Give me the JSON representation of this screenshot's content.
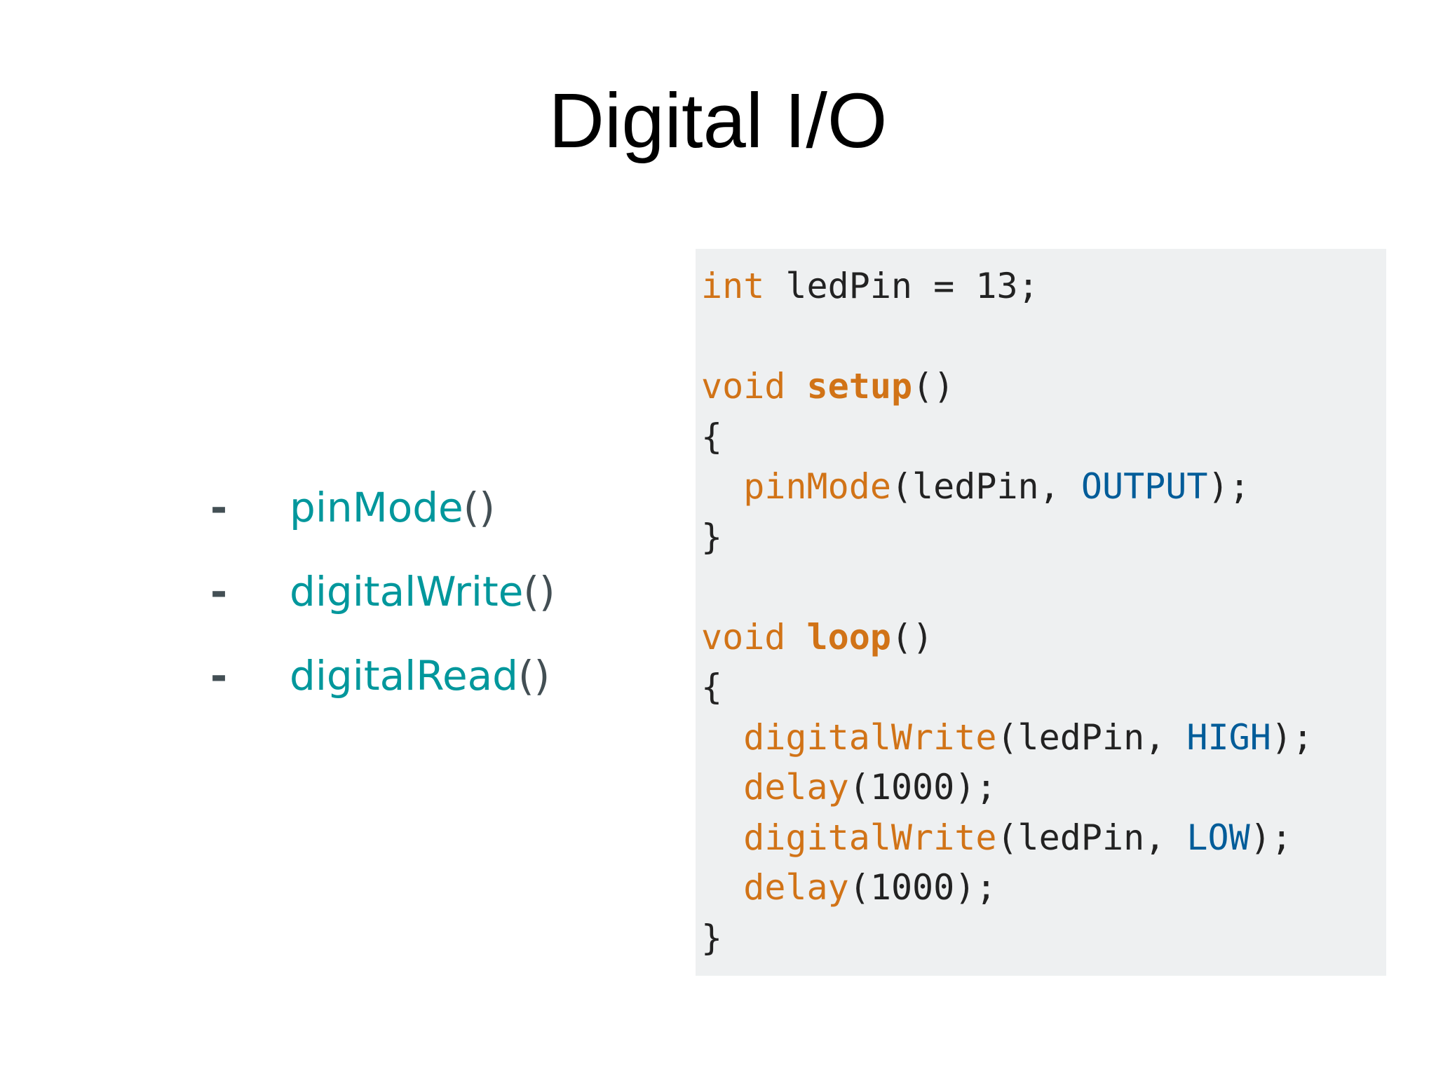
{
  "slide": {
    "title": "Digital I/O"
  },
  "functions": [
    {
      "dash": "-",
      "name": "pinMode",
      "parens": "()"
    },
    {
      "dash": "-",
      "name": "digitalWrite",
      "parens": "()"
    },
    {
      "dash": "-",
      "name": "digitalRead",
      "parens": "()"
    }
  ],
  "code": {
    "decl_type": "int",
    "decl_rest": " ledPin = 13;",
    "setup_void": "void",
    "setup_name": "setup",
    "setup_parens": "()",
    "open_brace_1": "{",
    "pinmode_call": "pinMode",
    "pinmode_args_a": "(ledPin, ",
    "pinmode_const": "OUTPUT",
    "pinmode_end": ");",
    "close_brace_1": "}",
    "loop_void": "void",
    "loop_name": "loop",
    "loop_parens": "()",
    "open_brace_2": "{",
    "dw1_call": "digitalWrite",
    "dw1_args_a": "(ledPin, ",
    "dw1_const": "HIGH",
    "dw1_end": ");",
    "delay1_call": "delay",
    "delay1_args": "(1000);",
    "dw2_call": "digitalWrite",
    "dw2_args_a": "(ledPin, ",
    "dw2_const": "LOW",
    "dw2_end": ");",
    "delay2_call": "delay",
    "delay2_args": "(1000);",
    "close_brace_2": "}"
  },
  "colors": {
    "keyword": "#d17317",
    "constant": "#005c99",
    "function_list": "#00979c",
    "code_background": "#eef0f1"
  }
}
